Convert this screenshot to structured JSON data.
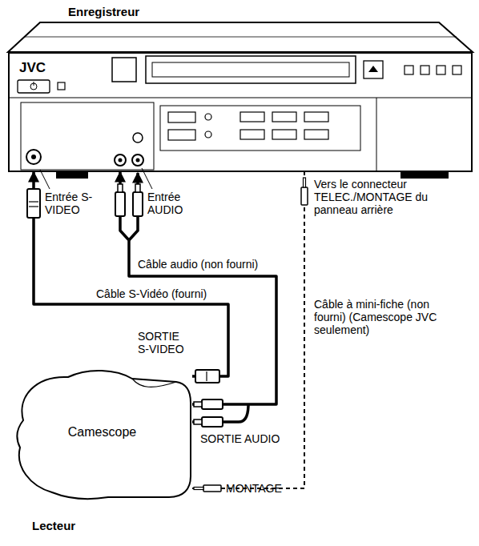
{
  "diagram": {
    "nodes": [
      {
        "text": [
          "JVC"
        ]
      },
      {
        "text": [
          "Camescope"
        ]
      }
    ],
    "edges": [
      {
        "from": 1,
        "to": 0,
        "arrow": "to",
        "label": "Câble audio (non fourni)"
      },
      {
        "from": 1,
        "to": 0,
        "arrow": "to",
        "label": "Câble S-Vidéo (fourni)"
      },
      {
        "from": 1,
        "to": 0,
        "arrow": "none",
        "label": "Câble à mini-fiche (non fourni) (Camescope JVC seulement)"
      }
    ],
    "labels": [
      "Enregistreur",
      "Entrée S-VIDEO",
      "Entrée AUDIO",
      "Vers le connecteur TELEC./MONTAGE du panneau arrière",
      "SORTIE S-VIDEO",
      "SORTIE AUDIO",
      "MONTAGE",
      "Lecteur"
    ]
  }
}
